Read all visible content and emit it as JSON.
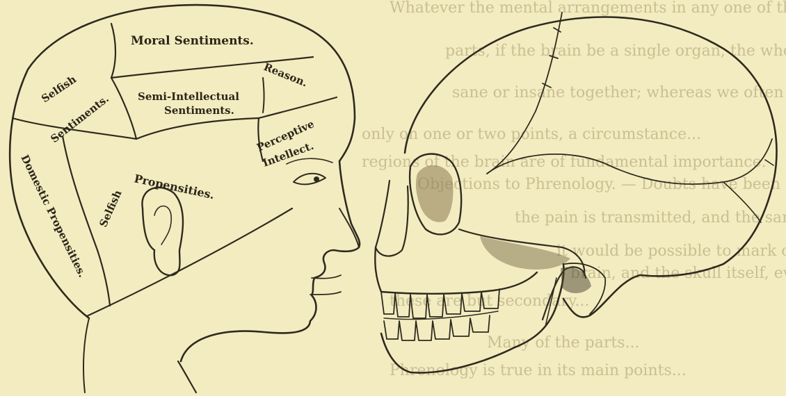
{
  "phrenology_head": {
    "regions": {
      "moral_sentiments": "Moral Sentiments.",
      "selfish": "Selfish",
      "sentiments": "Sentiments.",
      "semi_intellectual_1": "Semi-Intellectual",
      "semi_intellectual_2": "Sentiments.",
      "reason": "Reason.",
      "perceptive_1": "Perceptive",
      "perceptive_2": "Intellect.",
      "selfish_propensities_1": "Selfish",
      "selfish_propensities_2": "Propensities.",
      "domestic_propensities": "Domestic Propensities."
    }
  },
  "background_text": [
    "Whatever the mental arrangements in any one of these",
    "parts, if the brain be a single organ, the whole mind must be",
    "sane or insane together; whereas we often see the intellect",
    "only on one or two points, a circumstance...",
    "regions of the brain are of fundamental importance.",
    "Objections to Phrenology. — Doubts have been expressed",
    "the pain is transmitted, and the same regions...",
    "it would be possible to mark out the lines...",
    "brain, and the skull itself, even to an anatomist...",
    "these are but secondary...",
    "Many of the parts...",
    "Phrenology is true in its main points..."
  ]
}
